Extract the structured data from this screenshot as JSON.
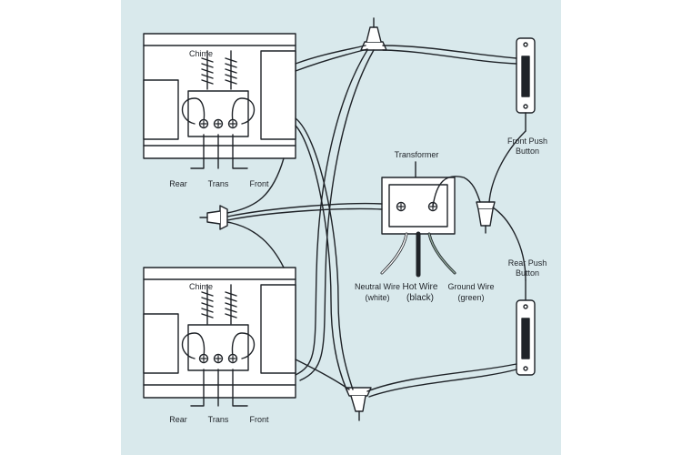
{
  "colors": {
    "background": "#d9e9ec",
    "line": "#1f2328",
    "page": "#ffffff"
  },
  "labels": {
    "chime_top": "Chime",
    "chime_bottom": "Chime",
    "rear_top": "Rear",
    "trans_top": "Trans",
    "front_top": "Front",
    "rear_bottom": "Rear",
    "trans_bottom": "Trans",
    "front_bottom": "Front",
    "transformer": "Transformer",
    "neutral_wire_1": "Neutral Wire",
    "neutral_wire_2": "(white)",
    "hot_wire_1": "Hot Wire",
    "hot_wire_2": "(black)",
    "ground_wire_1": "Ground Wire",
    "ground_wire_2": "(green)",
    "front_push_1": "Front Push",
    "front_push_2": "Button",
    "rear_push_1": "Rear Push",
    "rear_push_2": "Button"
  }
}
